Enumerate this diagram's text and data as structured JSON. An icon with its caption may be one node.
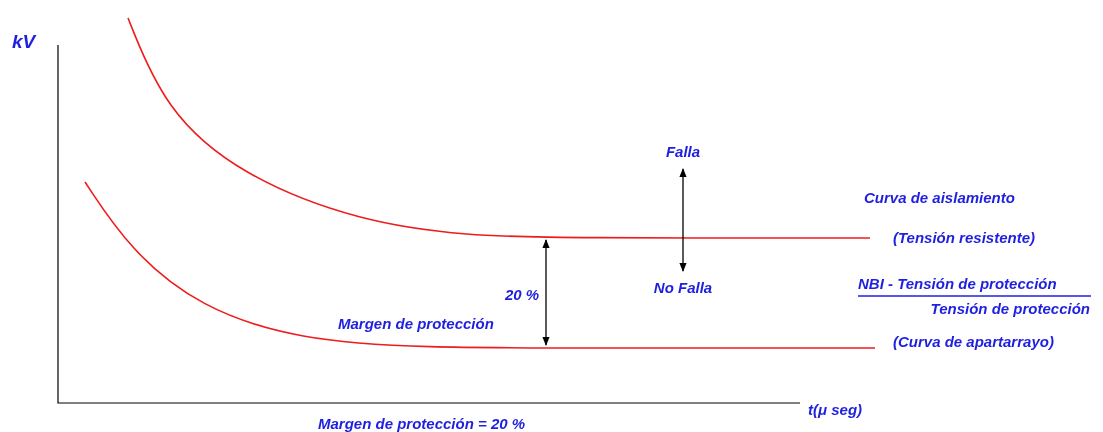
{
  "diagram": {
    "nodes": [
      {
        "text": [
          "Falla"
        ]
      },
      {
        "text": [
          "No Falla"
        ]
      }
    ],
    "edges": [
      {
        "from": 0,
        "to": 1,
        "arrow": "both"
      }
    ],
    "labels": [
      "kV",
      "Curva de aislamiento",
      "(Tensión resistente)",
      "NBI - Tensión de protección",
      "Tensión de protección",
      "20 %",
      "Margen de protección",
      "(Curva de apartarrayo)",
      "Margen de protección = 20 %",
      "t(μ seg)"
    ]
  }
}
